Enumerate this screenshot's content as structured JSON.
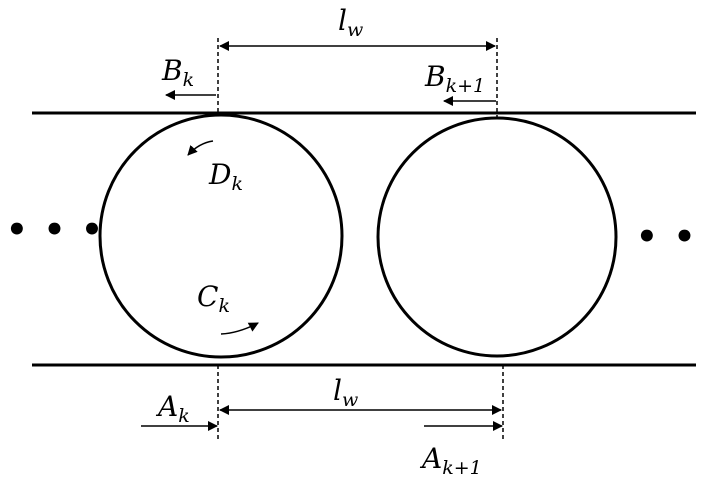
{
  "labels": {
    "lw_top": {
      "base": "l",
      "sub": "w"
    },
    "lw_bottom": {
      "base": "l",
      "sub": "w"
    },
    "b_k": {
      "base": "B",
      "sub": "k"
    },
    "b_k1": {
      "base": "B",
      "sub": "k+1"
    },
    "d_k": {
      "base": "D",
      "sub": "k"
    },
    "c_k": {
      "base": "C",
      "sub": "k"
    },
    "a_k": {
      "base": "A",
      "sub": "k"
    },
    "a_k1": {
      "base": "A",
      "sub": "k+1"
    }
  },
  "ellipsis_left": "• • •",
  "ellipsis_right": "• • •"
}
